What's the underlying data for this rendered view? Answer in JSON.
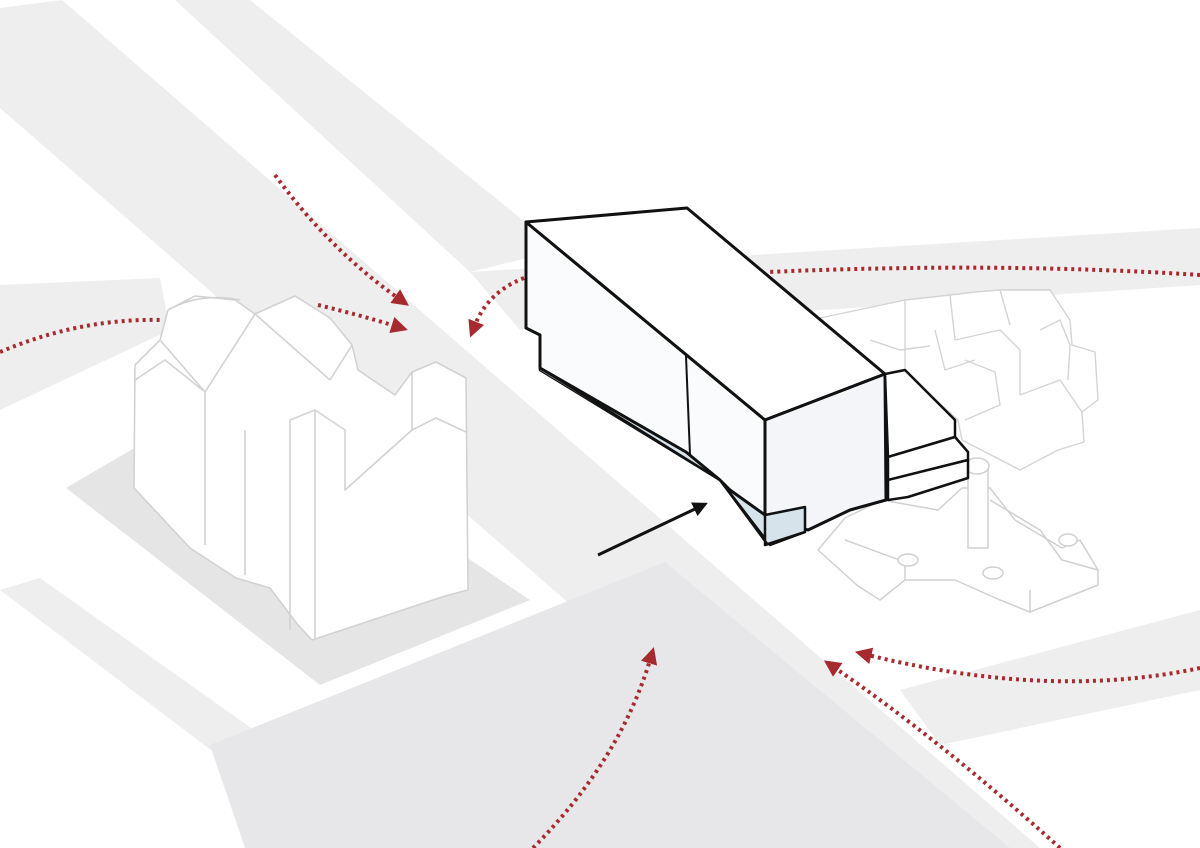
{
  "diagram": {
    "kind": "architectural-site-axonometric",
    "colors": {
      "background": "#ffffff",
      "street": "#eeeeee",
      "plaza": "#e7e7e9",
      "context_outline": "#d2d2d2",
      "new_building_stroke": "#111111",
      "glazing": "#d6e3ea",
      "flow_arrow": "#a62a2e",
      "entrance_arrow": "#111111"
    },
    "context_buildings": [
      "historic-domed-building",
      "historic-courtyard-complex",
      "tower-courtyard-building"
    ],
    "new_building": "proposed-building-volume",
    "flow_arrow_count": 7,
    "entrance_arrow_count": 1,
    "icons": {
      "flow": "dotted-arrow-icon",
      "entrance": "solid-arrow-icon"
    }
  }
}
